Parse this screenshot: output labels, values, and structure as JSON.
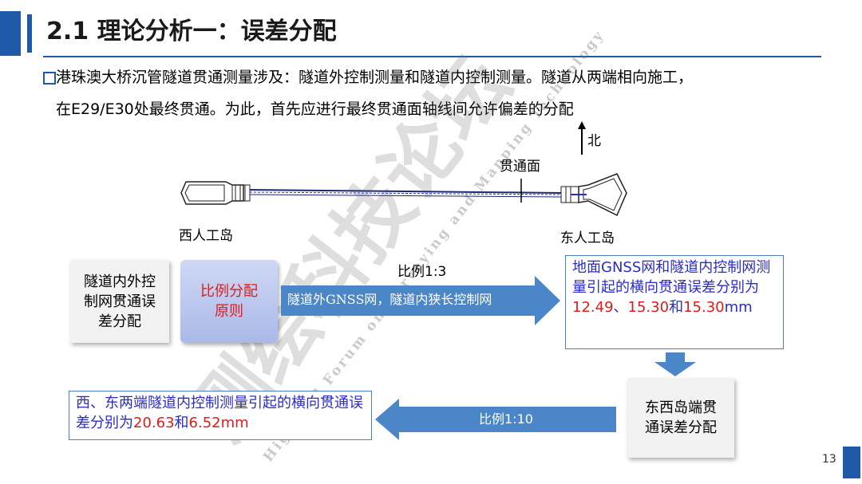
{
  "title": "2.1 理论分析一：误差分配",
  "intro": {
    "line1": "港珠澳大桥沉管隧道贯通测量涉及：隧道外控制测量和隧道内控制测量。隧道从两端相向施工，",
    "line2": "在E29/E30处最终贯通。为此，首先应进行最终贯通面轴线间允许偏差的分配"
  },
  "diagram": {
    "north_label": "北",
    "breakthrough_label": "贯通面",
    "west_island": "西人工岛",
    "east_island": "东人工岛"
  },
  "flow": {
    "box_inout": "隧道内外控制网贯通误差分配",
    "box_ratio": "比例分配原则",
    "ratio_13": "比例1:3",
    "arrow_right_text": "隧道外GNSS网，隧道内狭长控制网",
    "box_gnss_text": "地面GNSS网和隧道内控制网测量引起的横向贯通误差分别为",
    "gnss_v1": "12.49",
    "gnss_sep1": "、",
    "gnss_v2": "15.30",
    "gnss_and": "和",
    "gnss_v3": "15.30",
    "gnss_unit": "mm",
    "box_ew": "东西岛端贯通误差分配",
    "arrow_left_text": "比例1:10",
    "box_west_text": "西、东两端隧道内控制测量引起的横向贯通误差分别为",
    "west_v1": "20.63",
    "west_and": "和",
    "west_v2": "6.52",
    "west_unit": "mm"
  },
  "watermark": {
    "chinese": "测绘科技论坛",
    "english": "High-end Forum on Surveying and Mapping Technology"
  },
  "page_number": "13",
  "colors": {
    "accent": "#1f5aa8",
    "arrow": "#4a86c8",
    "highlight": "#e01b1b",
    "box_text": "#2b2bc9"
  }
}
